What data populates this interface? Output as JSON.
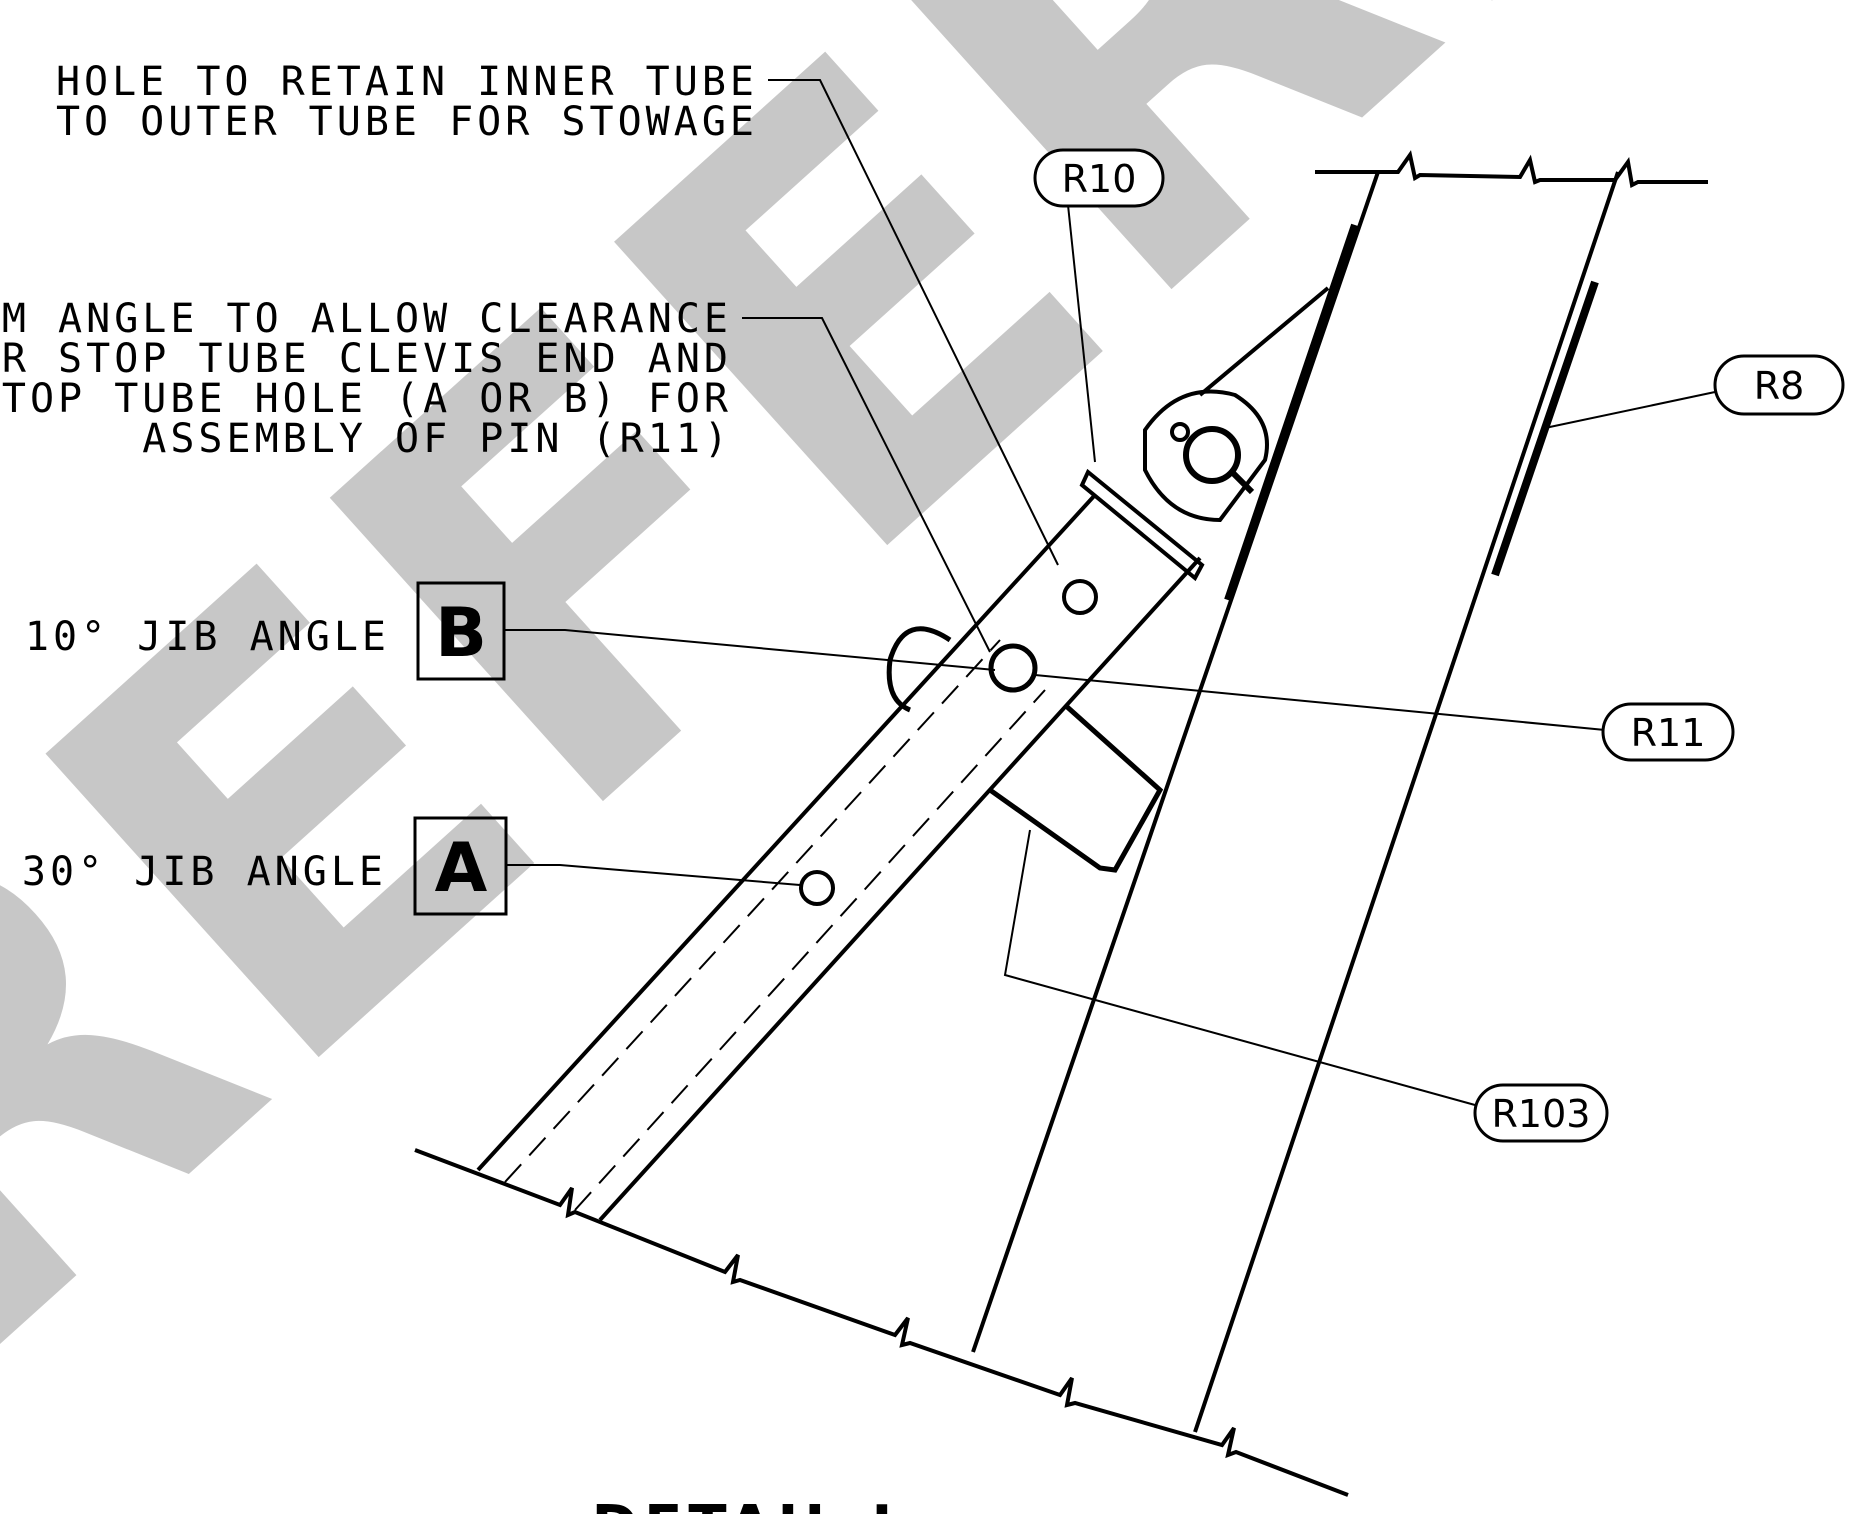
{
  "drawing": {
    "notes": {
      "stowage_hole": [
        "HOLE TO RETAIN INNER TUBE",
        "TO OUTER TUBE FOR STOWAGE"
      ],
      "clearance": [
        "OM ANGLE TO ALLOW CLEARANCE",
        "ER STOP TUBE CLEVIS END AND",
        "STOP TUBE HOLE (A OR B) FOR",
        "ASSEMBLY OF PIN (R11)"
      ]
    },
    "positions": {
      "b": {
        "label": "10° JIB ANGLE",
        "letter": "B"
      },
      "a": {
        "label": "30° JIB ANGLE",
        "letter": "A"
      }
    },
    "callouts": {
      "r10": "R10",
      "r8": "R8",
      "r11": "R11",
      "r103": "R103"
    },
    "title": "DETAIL J",
    "watermark": "REFERENCE"
  }
}
